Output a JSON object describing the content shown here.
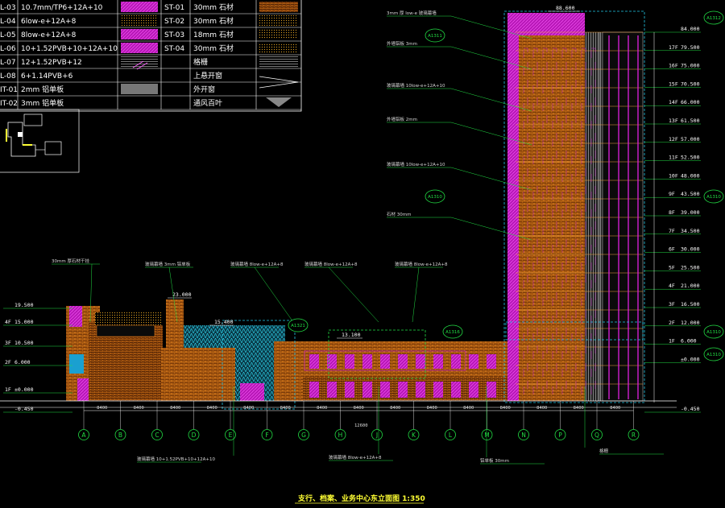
{
  "legend": {
    "rows_left": [
      {
        "code": "L-03",
        "desc": "10.7mm/TP6+12A+10"
      },
      {
        "code": "L-04",
        "desc": "6low-e+12A+8"
      },
      {
        "code": "L-05",
        "desc": "8low-e+12A+8"
      },
      {
        "code": "L-06",
        "desc": "10+1.52PVB+10+12A+10"
      },
      {
        "code": "L-07",
        "desc": "12+1.52PVB+12"
      },
      {
        "code": "L-08",
        "desc": "6+1.14PVB+6"
      },
      {
        "code": "IT-01",
        "desc": "2mm 铝单板"
      },
      {
        "code": "IT-02",
        "desc": "3mm 铝单板"
      }
    ],
    "rows_right": [
      {
        "code": "ST-01",
        "desc": "30mm 石材"
      },
      {
        "code": "ST-02",
        "desc": "30mm 石材"
      },
      {
        "code": "ST-03",
        "desc": "18mm 石材"
      },
      {
        "code": "ST-04",
        "desc": "30mm 石材"
      },
      {
        "code": "",
        "desc": "格栅"
      },
      {
        "code": "",
        "desc": "上悬开窗"
      },
      {
        "code": "",
        "desc": "外开窗"
      },
      {
        "code": "",
        "desc": "通风百叶"
      }
    ]
  },
  "levels_left": [
    {
      "label": "19.500",
      "floor": ""
    },
    {
      "label": "15.000",
      "floor": "4F"
    },
    {
      "label": "10.500",
      "floor": "3F"
    },
    {
      "label": "6.000",
      "floor": "2F"
    },
    {
      "label": "±0.000",
      "floor": "1F"
    },
    {
      "label": "-0.450",
      "floor": ""
    }
  ],
  "levels_right": [
    {
      "label": "84.000",
      "floor": ""
    },
    {
      "label": "79.500",
      "floor": "17F"
    },
    {
      "label": "75.000",
      "floor": "16F"
    },
    {
      "label": "70.500",
      "floor": "15F"
    },
    {
      "label": "66.000",
      "floor": "14F"
    },
    {
      "label": "61.500",
      "floor": "13F"
    },
    {
      "label": "57.000",
      "floor": "12F"
    },
    {
      "label": "52.500",
      "floor": "11F"
    },
    {
      "label": "48.000",
      "floor": "10F"
    },
    {
      "label": "43.500",
      "floor": "9F"
    },
    {
      "label": "39.000",
      "floor": "8F"
    },
    {
      "label": "34.500",
      "floor": "7F"
    },
    {
      "label": "30.000",
      "floor": "6F"
    },
    {
      "label": "25.500",
      "floor": "5F"
    },
    {
      "label": "21.000",
      "floor": "4F"
    },
    {
      "label": "16.500",
      "floor": "3F"
    },
    {
      "label": "12.000",
      "floor": "2F"
    },
    {
      "label": "6.000",
      "floor": "1F"
    },
    {
      "label": "±0.000",
      "floor": ""
    },
    {
      "label": "-0.450",
      "floor": ""
    }
  ],
  "elev_marks": {
    "tower_top": "88.600",
    "mid_block": "23.000",
    "low_block": "15.400",
    "canopy": "13.100"
  },
  "axes": [
    "A",
    "B",
    "C",
    "D",
    "E",
    "F",
    "G",
    "H",
    "J",
    "K",
    "L",
    "M",
    "N",
    "P",
    "Q",
    "R"
  ],
  "spans": [
    "8400",
    "8400",
    "8400",
    "8400",
    "8400",
    "8400",
    "8400",
    "8400",
    "8400",
    "8400",
    "8400",
    "8400",
    "8400",
    "8400",
    "8400"
  ],
  "overall_dim": "12600",
  "detail_tags": [
    "A1311",
    "A1312",
    "A1310",
    "A1310",
    "A1321",
    "A1316",
    "A1310",
    "A1310"
  ],
  "notes_top": [
    "30mm 厚石材干挂",
    "玻璃幕墙 3mm 铝单板",
    "玻璃幕墙 8low-e+12A+8",
    "玻璃幕墙 8low-e+12A+8",
    "玻璃幕墙 8low-e+12A+8"
  ],
  "notes_tower": [
    "3mm 厚 low-e 玻璃幕墙",
    "外墙铝板 3mm",
    "玻璃幕墙 10low-e+12A+10",
    "外墙铝板 2mm",
    "玻璃幕墙 10low-e+12A+10",
    "石材 30mm"
  ],
  "notes_bottom": [
    "玻璃幕墙 10+1.52PVB+10+12A+10",
    "玻璃幕墙 8low-e+12A+8",
    "铝单板 30mm",
    "格栅"
  ],
  "title": "支行、档案、业务中心东立面图 1:350",
  "colors": {
    "orange": "#e87a1a",
    "magenta": "#e020e0",
    "cyan": "#22c8e8",
    "green": "#22dd44",
    "yellow": "#ffe81a",
    "grey": "#9a9a9a"
  }
}
